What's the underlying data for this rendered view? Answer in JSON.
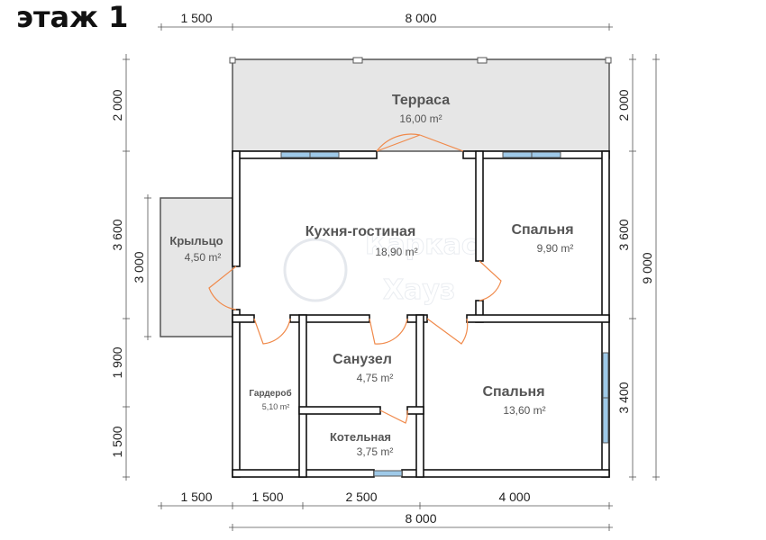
{
  "title": "этаж 1",
  "watermark": {
    "line1": "Каркас",
    "line2": "Хауз"
  },
  "rooms": {
    "terrace": {
      "name": "Терраса",
      "area": "16,00 m²"
    },
    "porch": {
      "name": "Крыльцо",
      "area": "4,50 m²"
    },
    "kitchen_living": {
      "name": "Кухня-гостиная",
      "area": "18,90 m²"
    },
    "bedroom_1": {
      "name": "Спальня",
      "area": "9,90 m²"
    },
    "bedroom_2": {
      "name": "Спальня",
      "area": "13,60 m²"
    },
    "bathroom": {
      "name": "Санузел",
      "area": "4,75 m²"
    },
    "wardrobe": {
      "name": "Гардероб",
      "area": "5,10 m²"
    },
    "boiler_room": {
      "name": "Котельная",
      "area": "3,75 m²"
    }
  },
  "dimensions": {
    "top": [
      "1 500",
      "8 000"
    ],
    "bottom_segments": [
      "1 500",
      "1 500",
      "2 500",
      "4 000"
    ],
    "bottom_total": "8 000",
    "left": [
      "2 000",
      "3 600",
      "3 000",
      "1 900",
      "1 500"
    ],
    "right": [
      "2 000",
      "3 600",
      "3 400",
      "9 000"
    ]
  },
  "colors": {
    "wall": "#111111",
    "wall_fill": "#ffffff",
    "terrace_fill": "#e6e6e6",
    "door_arc": "#f08a4b",
    "window": "#9ec9e8",
    "dim_line": "#555555"
  }
}
